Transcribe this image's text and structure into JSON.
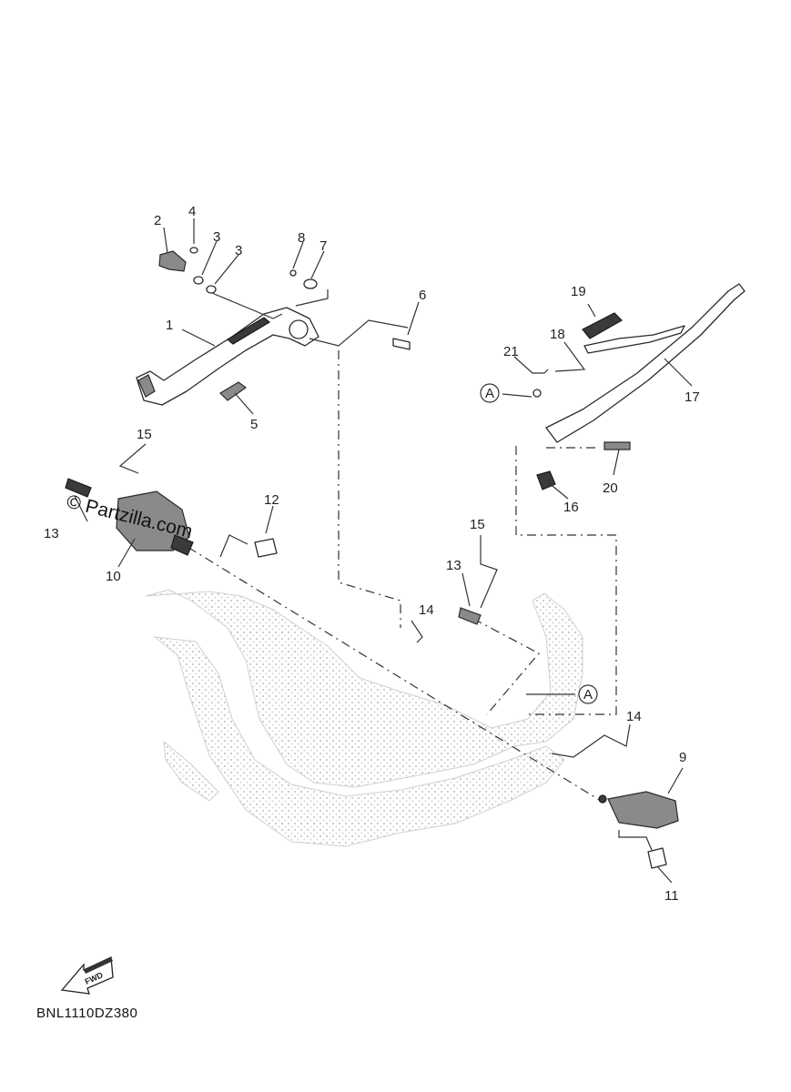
{
  "diagram": {
    "drawing_code": "BNL1110DZ380",
    "watermark": "© Partzilla.com",
    "fwd_label": "FWD",
    "ref_marker": "A",
    "callouts": [
      "1",
      "2",
      "3",
      "3",
      "4",
      "5",
      "6",
      "7",
      "8",
      "9",
      "10",
      "11",
      "12",
      "13",
      "13",
      "14",
      "14",
      "15",
      "15",
      "16",
      "17",
      "18",
      "19",
      "20",
      "21"
    ]
  }
}
